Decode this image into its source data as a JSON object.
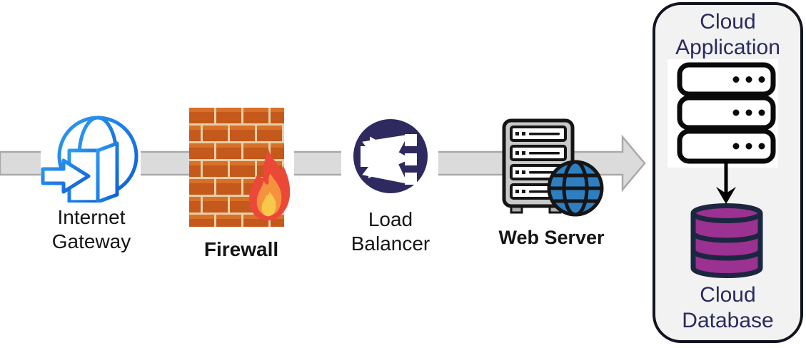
{
  "background": "#FFFFFF",
  "flow_arrow": {
    "name": "flow-arrow",
    "direction": "left-to-right",
    "fill": "#DBDBDB",
    "stroke": "#A9A9A9"
  },
  "nodes": [
    {
      "id": "internet-gateway",
      "label": "Internet Gateway",
      "icon": "internet-gateway-globe-door-icon",
      "icon_color_gradient": [
        "#2F9BF0",
        "#0E5FD8"
      ],
      "label_color": "#151515",
      "bold": false
    },
    {
      "id": "firewall",
      "label": "Firewall",
      "icon": "brick-wall-fire-icon",
      "brick_color": "#C4591B",
      "brick_highlight": "#D9702A",
      "mortar_color": "#E6CFA5",
      "flame_colors": [
        "#EB4838",
        "#F6913E",
        "#F8C84A"
      ],
      "label_color": "#151515",
      "bold": true
    },
    {
      "id": "load-balancer",
      "label": "Load Balancer",
      "icon": "load-balancer-icon",
      "icon_bg": "#2E2A60",
      "icon_fg": "#FFFFFF",
      "label_color": "#151515",
      "bold": false
    },
    {
      "id": "web-server",
      "label": "Web Server",
      "icon": "server-tower-globe-icon",
      "tower_color": "#C9C9C9",
      "globe_color": "#2E7FC2",
      "outline_color": "#151515",
      "label_color": "#151515",
      "bold": true
    }
  ],
  "cloud_panel": {
    "bg": "#F2F2F2",
    "border_color": "#12141F",
    "text_color": "#2B2A5E",
    "application": {
      "label": "Cloud Application",
      "icon": "server-stack-icon",
      "icon_outline": "#0A0A0A",
      "icon_fill": "#FFFFFF"
    },
    "connector": {
      "icon": "down-arrow-icon",
      "color": "#000000"
    },
    "database": {
      "label": "Cloud Database",
      "icon": "database-cylinder-icon",
      "fill": "#9B3190",
      "outline": "#1B2740"
    }
  }
}
